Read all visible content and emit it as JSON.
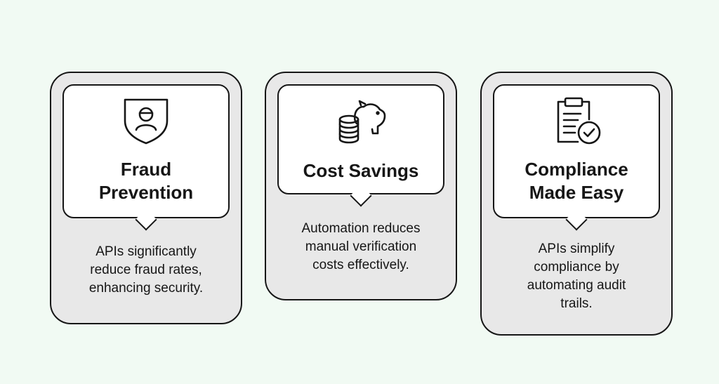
{
  "cards": [
    {
      "icon": "shield-person-icon",
      "title": "Fraud\nPrevention",
      "description": "APIs significantly\nreduce fraud rates,\nenhancing security."
    },
    {
      "icon": "piggy-bank-coins-icon",
      "title": "Cost Savings",
      "description": "Automation reduces\nmanual verification\ncosts effectively."
    },
    {
      "icon": "clipboard-check-icon",
      "title": "Compliance\nMade Easy",
      "description": "APIs simplify\ncompliance by\nautomating audit\ntrails."
    }
  ]
}
